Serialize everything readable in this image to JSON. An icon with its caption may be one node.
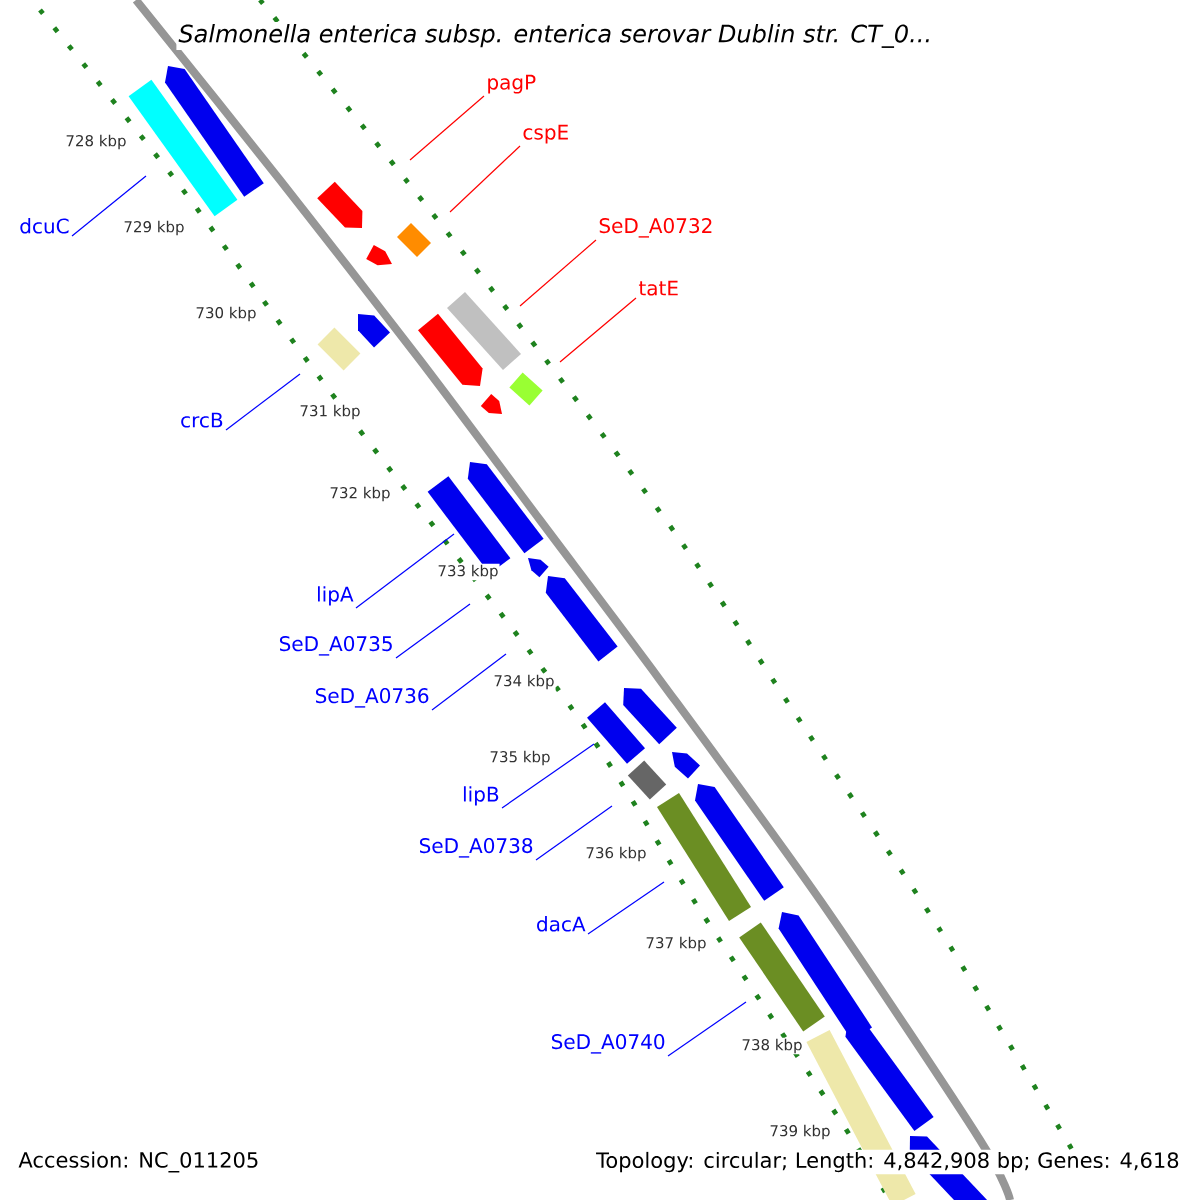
{
  "diagram": {
    "title": "*Salmonella enterica* subsp. *enterica* serovar Dublin str. CT_0...",
    "nodes": [
      {
        "text": [
          "pagP"
        ]
      },
      {
        "text": [
          "cspE"
        ]
      },
      {
        "text": [
          "SeD_A0732"
        ]
      },
      {
        "text": [
          "tatE"
        ]
      },
      {
        "text": [
          "dcuC"
        ]
      },
      {
        "text": [
          "crcB"
        ]
      },
      {
        "text": [
          "lipA"
        ]
      },
      {
        "text": [
          "SeD_A0735"
        ]
      },
      {
        "text": [
          "SeD_A0736"
        ]
      },
      {
        "text": [
          "lipB"
        ]
      },
      {
        "text": [
          "SeD_A0738"
        ]
      },
      {
        "text": [
          "dacA"
        ]
      },
      {
        "text": [
          "SeD_A0740"
        ]
      }
    ],
    "edges": [
      {
        "from": 0,
        "to": null,
        "arrow": "none",
        "color": "#ff0000"
      },
      {
        "from": 1,
        "to": null,
        "arrow": "none",
        "color": "#ff0000"
      },
      {
        "from": 2,
        "to": null,
        "arrow": "none",
        "color": "#ff0000"
      },
      {
        "from": 3,
        "to": null,
        "arrow": "none",
        "color": "#ff0000"
      },
      {
        "from": 4,
        "to": null,
        "arrow": "none"
      },
      {
        "from": 5,
        "to": null,
        "arrow": "none"
      },
      {
        "from": 6,
        "to": null,
        "arrow": "none"
      },
      {
        "from": 7,
        "to": null,
        "arrow": "none"
      },
      {
        "from": 8,
        "to": null,
        "arrow": "none"
      },
      {
        "from": 9,
        "to": null,
        "arrow": "none"
      },
      {
        "from": 10,
        "to": null,
        "arrow": "none"
      },
      {
        "from": 11,
        "to": null,
        "arrow": "none"
      },
      {
        "from": 12,
        "to": null,
        "arrow": "none"
      }
    ],
    "labels": [
      "728 kbp",
      "729 kbp",
      "730 kbp",
      "731 kbp",
      "732 kbp",
      "733 kbp",
      "734 kbp",
      "735 kbp",
      "736 kbp",
      "737 kbp",
      "738 kbp",
      "739 kbp",
      "Accession: NC_011205",
      "Topology: circular; Length: 4,842,908 bp; Genes: 4,618"
    ]
  }
}
